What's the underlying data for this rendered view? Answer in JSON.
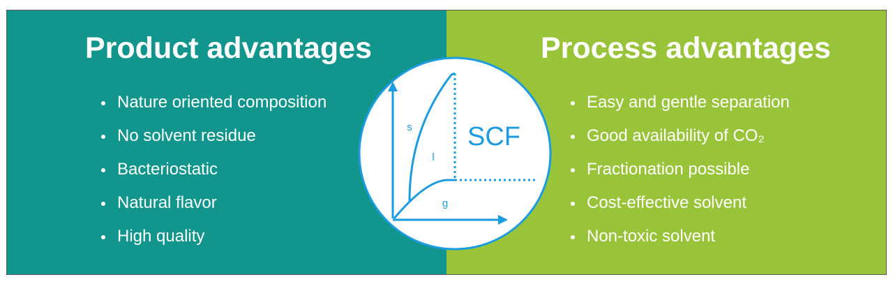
{
  "product": {
    "title": "Product advantages",
    "items": [
      "Nature oriented composition",
      "No solvent residue",
      "Bacteriostatic",
      "Natural flavor",
      "High quality"
    ]
  },
  "process": {
    "title": "Process advantages",
    "items": [
      "Easy and gentle separation",
      "Good availability of CO₂",
      "Fractionation possible",
      "Cost-effective solvent",
      "Non-toxic solvent"
    ]
  },
  "diagram": {
    "region_scf": "SCF",
    "region_s": "s",
    "region_l": "l",
    "region_g": "g"
  },
  "colors": {
    "product_panel": "#11958c",
    "process_panel": "#99c43a",
    "diagram_blue": "#1b9be0"
  }
}
